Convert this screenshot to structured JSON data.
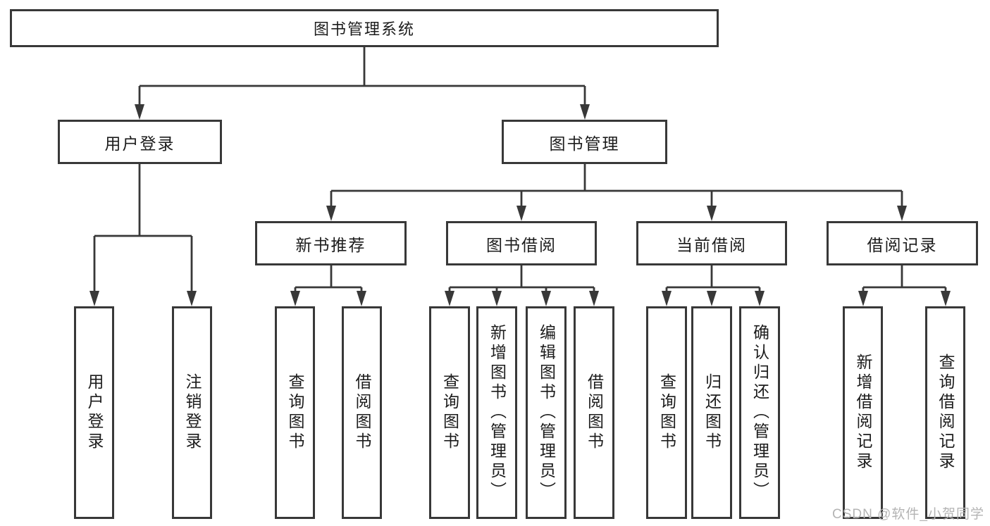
{
  "diagram_type": "hierarchy-tree",
  "colors": {
    "background": "#ffffff",
    "line": "#383838",
    "box_border": "#383838",
    "text": "#1c1c1c",
    "watermark": "#b4b4b4"
  },
  "watermark": {
    "text": "CSDN @软件_小贺同学"
  },
  "nodes": {
    "root": {
      "id": "library-system",
      "label": "图书管理系统"
    },
    "level2": [
      {
        "id": "user-login",
        "label": "用户登录",
        "parent": "library-system"
      },
      {
        "id": "book-management",
        "label": "图书管理",
        "parent": "library-system"
      }
    ],
    "level3": [
      {
        "id": "new-book-recommend",
        "label": "新书推荐",
        "parent": "book-management"
      },
      {
        "id": "book-borrow",
        "label": "图书借阅",
        "parent": "book-management"
      },
      {
        "id": "current-borrow",
        "label": "当前借阅",
        "parent": "book-management"
      },
      {
        "id": "borrow-records",
        "label": "借阅记录",
        "parent": "book-management"
      }
    ],
    "leaves": [
      {
        "id": "user-login-action",
        "label": "用户登录",
        "parent": "user-login"
      },
      {
        "id": "logout-action",
        "label": "注销登录",
        "parent": "user-login"
      },
      {
        "id": "query-books-1",
        "label": "查询图书",
        "parent": "new-book-recommend"
      },
      {
        "id": "borrow-book-1",
        "label": "借阅图书",
        "parent": "new-book-recommend"
      },
      {
        "id": "query-books-2",
        "label": "查询图书",
        "parent": "book-borrow"
      },
      {
        "id": "add-book-admin",
        "label": "新增图书（管理员）",
        "parent": "book-borrow"
      },
      {
        "id": "edit-book-admin",
        "label": "编辑图书（管理员）",
        "parent": "book-borrow"
      },
      {
        "id": "borrow-book-2",
        "label": "借阅图书",
        "parent": "book-borrow"
      },
      {
        "id": "query-books-3",
        "label": "查询图书",
        "parent": "current-borrow"
      },
      {
        "id": "return-book",
        "label": "归还图书",
        "parent": "current-borrow"
      },
      {
        "id": "confirm-return-admin",
        "label": "确认归还（管理员）",
        "parent": "current-borrow"
      },
      {
        "id": "add-borrow-record",
        "label": "新增借阅记录",
        "parent": "borrow-records"
      },
      {
        "id": "query-borrow-record",
        "label": "查询借阅记录",
        "parent": "borrow-records"
      }
    ]
  }
}
